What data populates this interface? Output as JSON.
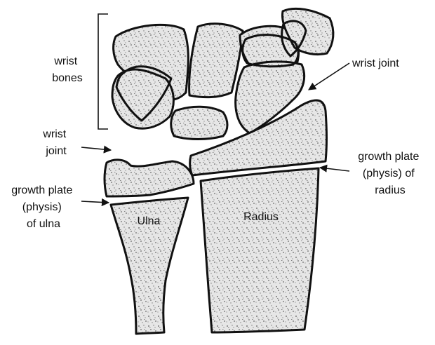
{
  "labels": {
    "wrist_bones": [
      "wrist",
      "bones"
    ],
    "wrist_joint_right": "wrist joint",
    "wrist_joint_left": [
      "wrist",
      "joint"
    ],
    "growth_plate_ulna": [
      "growth plate",
      "(physis)",
      "of ulna"
    ],
    "growth_plate_radius": [
      "growth plate",
      "(physis) of",
      "radius"
    ],
    "ulna": "Ulna",
    "radius": "Radius"
  }
}
